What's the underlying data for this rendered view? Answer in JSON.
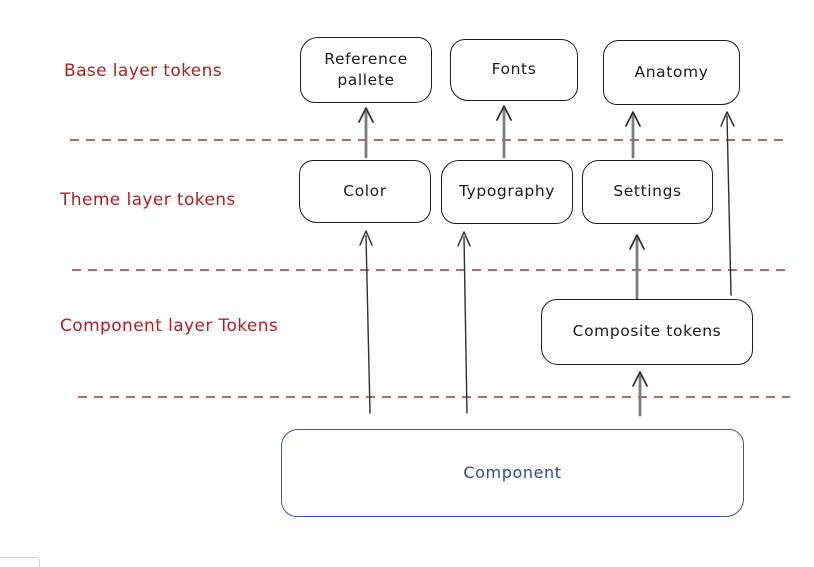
{
  "labels": {
    "base": "Base layer tokens",
    "theme": "Theme layer tokens",
    "component": "Component layer Tokens"
  },
  "boxes": {
    "reference_line1": "Reference",
    "reference_line2": "pallete",
    "fonts": "Fonts",
    "anatomy": "Anatomy",
    "color": "Color",
    "typography": "Typography",
    "settings": "Settings",
    "composite": "Composite tokens",
    "component": "Component"
  },
  "colors": {
    "layer_label_red": "#b02020",
    "divider_dashed_red": "#b5696d",
    "node_stroke": "#1d1d1d",
    "node_text": "#1b1b1b",
    "component_stroke": "#3a57a7",
    "component_text": "#2b4aa0",
    "arrow_marker_gray": "#7d7d7d",
    "arrow_thin_dark": "#2f2f2f",
    "background": "#ffffff"
  },
  "structure_note": "Arrows point upward: Component -> Color, Typography, Composite tokens; Composite tokens -> Settings, Anatomy; Color -> Reference pallete; Typography -> Fonts; Settings -> Anatomy"
}
